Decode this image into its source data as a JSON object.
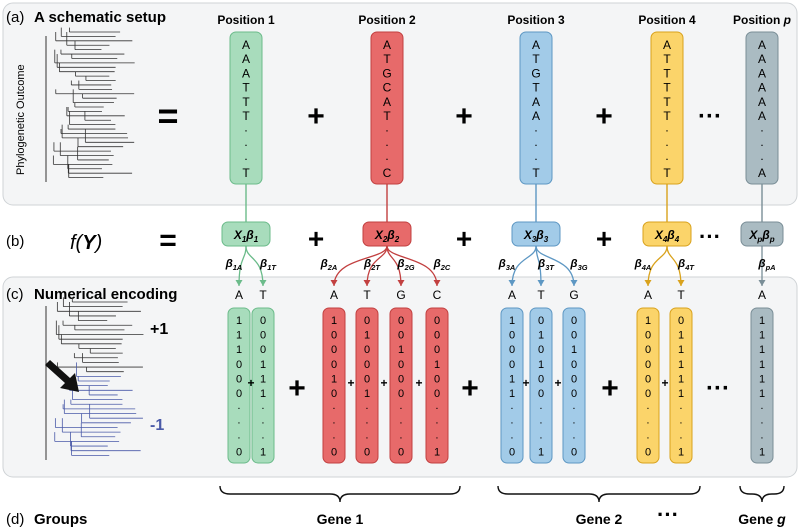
{
  "panel_a": {
    "label": "(a)",
    "title": "A schematic setup",
    "side_label": "Phylogenetic Outcome",
    "positions": [
      {
        "header": "Position 1",
        "seq": [
          "A",
          "A",
          "A",
          "T",
          "T",
          "T",
          "·",
          "·",
          "·",
          "T"
        ],
        "color": "#a8dcbc",
        "stroke": "#6bbb8a"
      },
      {
        "header": "Position 2",
        "seq": [
          "A",
          "T",
          "G",
          "C",
          "A",
          "T",
          "·",
          "·",
          "·",
          "C"
        ],
        "color": "#e76a6a",
        "stroke": "#c24040"
      },
      {
        "header": "Position 3",
        "seq": [
          "A",
          "T",
          "G",
          "T",
          "A",
          "A",
          "·",
          "·",
          "·",
          "T"
        ],
        "color": "#a2cbe8",
        "stroke": "#5d97c3"
      },
      {
        "header": "Position 4",
        "seq": [
          "A",
          "T",
          "T",
          "T",
          "T",
          "T",
          "·",
          "·",
          "·",
          "T"
        ],
        "color": "#fbd46a",
        "stroke": "#d9a21c"
      },
      {
        "header_text": "Position ",
        "header_italic": "p",
        "seq": [
          "A",
          "A",
          "A",
          "A",
          "A",
          "A",
          "·",
          "·",
          "·",
          "A"
        ],
        "color": "#aabbc2",
        "stroke": "#7a8e97"
      }
    ]
  },
  "panel_b": {
    "label": "(b)",
    "func": "f(",
    "func_var": "Y",
    "func_close": ")",
    "terms": [
      {
        "x": "X",
        "xs": "1",
        "b": "β",
        "bs": "1"
      },
      {
        "x": "X",
        "xs": "2",
        "b": "β",
        "bs": "2"
      },
      {
        "x": "X",
        "xs": "3",
        "b": "β",
        "bs": "3"
      },
      {
        "x": "X",
        "xs": "4",
        "b": "β",
        "bs": "4"
      },
      {
        "x": "X",
        "xs": "p",
        "b": "β",
        "bs": "p"
      }
    ],
    "betas": [
      {
        "s": "1A"
      },
      {
        "s": "1T"
      },
      {
        "s": "2A"
      },
      {
        "s": "2T"
      },
      {
        "s": "2G"
      },
      {
        "s": "2C"
      },
      {
        "s": "3A"
      },
      {
        "s": "3T"
      },
      {
        "s": "3G"
      },
      {
        "s": "4A"
      },
      {
        "s": "4T"
      },
      {
        "s": "pA"
      }
    ]
  },
  "panel_c": {
    "label": "(c)",
    "title": "Numerical encoding",
    "plus_one": "+1",
    "minus_one": "-1",
    "columns": [
      {
        "letter": "A",
        "bits": [
          "1",
          "1",
          "1",
          "0",
          "0",
          "0",
          "·",
          "·",
          "·",
          "0"
        ],
        "group": 0
      },
      {
        "letter": "T",
        "bits": [
          "0",
          "0",
          "0",
          "1",
          "1",
          "1",
          "·",
          "·",
          "·",
          "1"
        ],
        "group": 0
      },
      {
        "letter": "A",
        "bits": [
          "1",
          "0",
          "0",
          "0",
          "1",
          "0",
          "·",
          "·",
          "·",
          "0"
        ],
        "group": 1
      },
      {
        "letter": "T",
        "bits": [
          "0",
          "1",
          "0",
          "0",
          "0",
          "1",
          "·",
          "·",
          "·",
          "0"
        ],
        "group": 1
      },
      {
        "letter": "G",
        "bits": [
          "0",
          "0",
          "1",
          "0",
          "0",
          "0",
          "·",
          "·",
          "·",
          "0"
        ],
        "group": 1
      },
      {
        "letter": "C",
        "bits": [
          "0",
          "0",
          "0",
          "1",
          "0",
          "0",
          "·",
          "·",
          "·",
          "1"
        ],
        "group": 1
      },
      {
        "letter": "A",
        "bits": [
          "1",
          "0",
          "0",
          "0",
          "1",
          "1",
          "·",
          "·",
          "·",
          "0"
        ],
        "group": 2
      },
      {
        "letter": "T",
        "bits": [
          "0",
          "1",
          "0",
          "1",
          "0",
          "0",
          "·",
          "·",
          "·",
          "1"
        ],
        "group": 2
      },
      {
        "letter": "G",
        "bits": [
          "0",
          "0",
          "1",
          "0",
          "0",
          "0",
          "·",
          "·",
          "·",
          "0"
        ],
        "group": 2
      },
      {
        "letter": "A",
        "bits": [
          "1",
          "0",
          "0",
          "0",
          "0",
          "0",
          "·",
          "·",
          "·",
          "0"
        ],
        "group": 3
      },
      {
        "letter": "T",
        "bits": [
          "0",
          "1",
          "1",
          "1",
          "1",
          "1",
          "·",
          "·",
          "·",
          "1"
        ],
        "group": 3
      },
      {
        "letter": "A",
        "bits": [
          "1",
          "1",
          "1",
          "1",
          "1",
          "1",
          "·",
          "·",
          "·",
          "1"
        ],
        "group": 4
      }
    ]
  },
  "panel_d": {
    "label": "(d)",
    "title": "Groups",
    "gene1": "Gene 1",
    "gene2": "Gene 2",
    "geneg_text": "Gene ",
    "geneg_italic": "g"
  },
  "symbols": {
    "equals": "=",
    "plus": "+",
    "ellipsis": "···",
    "small_plus": "+"
  },
  "colors": {
    "panel_bg": "#f4f5f6",
    "panel_border": "#cfd3d6",
    "green": "#a8dcbc",
    "green_stroke": "#6bbb8a",
    "red": "#e76a6a",
    "red_stroke": "#c24040",
    "blue": "#a2cbe8",
    "blue_stroke": "#5d97c3",
    "yellow": "#fbd46a",
    "yellow_stroke": "#d9a21c",
    "grey": "#aabbc2",
    "grey_stroke": "#7a8e97",
    "tree_blue": "#4a5aa8"
  }
}
